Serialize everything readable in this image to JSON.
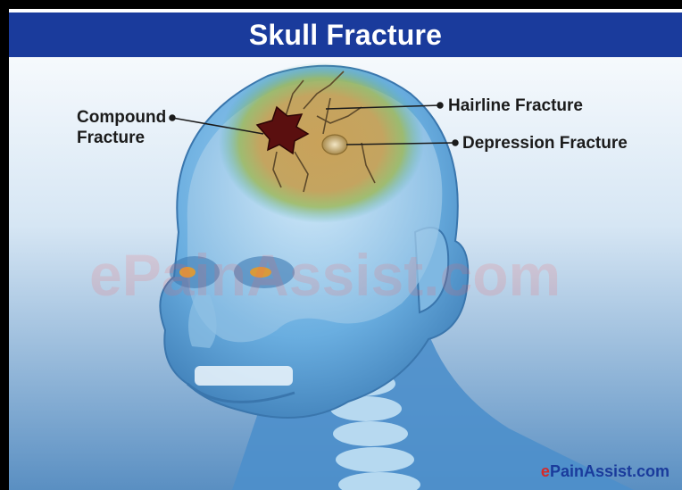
{
  "title": "Skull Fracture",
  "labels": {
    "compound": "Compound Fracture",
    "compound_line1": "Compound",
    "compound_line2": "Fracture",
    "hairline": "Hairline Fracture",
    "depression": "Depression Fracture"
  },
  "watermark": "ePainAssist.com",
  "brand": {
    "e": "e",
    "rest": "PainAssist.com"
  },
  "colors": {
    "title_bar": "#1a3b9c",
    "title_text": "#ffffff",
    "background_top": "#ffffff",
    "background_bottom": "#5a8fc2",
    "head": "#5fa6dc",
    "fracture_zone": "#c9a25a",
    "compound_wound": "#5a0f0f",
    "brand_red": "#d42a2a",
    "brand_blue": "#1a3b9c"
  }
}
